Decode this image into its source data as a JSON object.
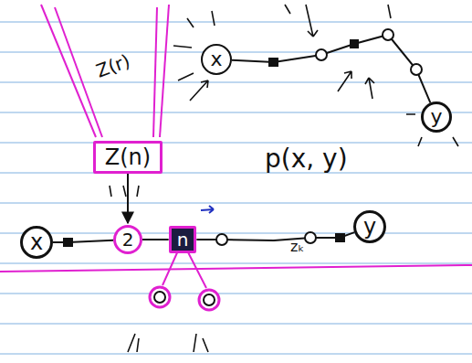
{
  "diagram": {
    "nodes": [
      {
        "text": [
          "x"
        ]
      },
      {
        "text": [
          "y"
        ]
      },
      {
        "text": [
          "Z(n)"
        ]
      },
      {
        "text": [
          "x"
        ]
      },
      {
        "text": [
          "2"
        ]
      },
      {
        "text": [
          "n"
        ]
      },
      {
        "text": [
          "y"
        ]
      }
    ],
    "edges": [
      {
        "from": 0,
        "to": 1,
        "arrow": "none"
      },
      {
        "from": 2,
        "to": 4,
        "arrow": "to"
      },
      {
        "from": 3,
        "to": 4,
        "arrow": "none"
      },
      {
        "from": 4,
        "to": 5,
        "arrow": "none"
      },
      {
        "from": 5,
        "to": 6,
        "arrow": "none"
      }
    ],
    "labels": [
      "p(x, y)",
      "Z(r)",
      "zₖ"
    ]
  }
}
